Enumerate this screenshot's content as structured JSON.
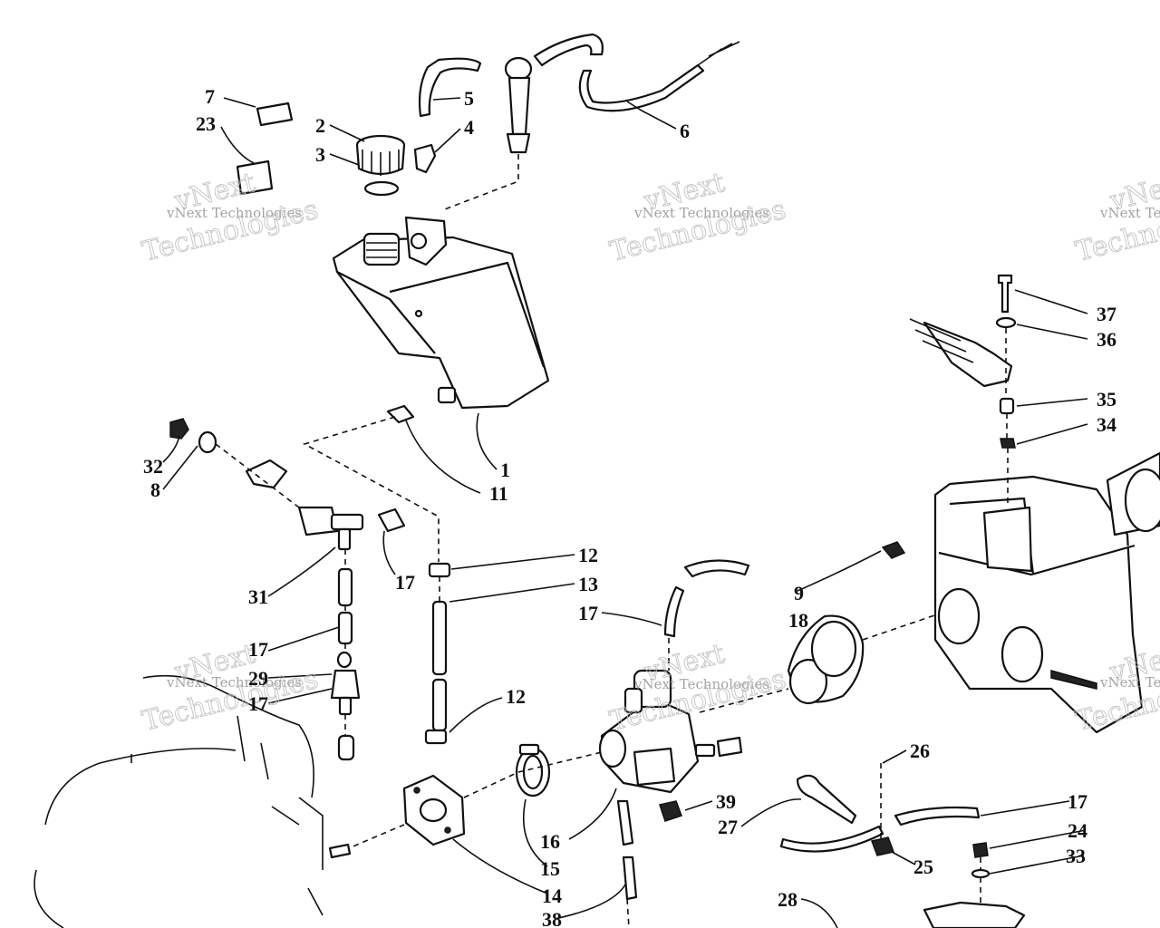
{
  "watermark": {
    "brand": "vNext",
    "line1": "vNext Technologies",
    "line2": "Technologies"
  },
  "callouts": [
    {
      "id": "c1",
      "label": "1"
    },
    {
      "id": "c2",
      "label": "2"
    },
    {
      "id": "c3",
      "label": "3"
    },
    {
      "id": "c4",
      "label": "4"
    },
    {
      "id": "c5",
      "label": "5"
    },
    {
      "id": "c6",
      "label": "6"
    },
    {
      "id": "c7",
      "label": "7"
    },
    {
      "id": "c8",
      "label": "8"
    },
    {
      "id": "c9",
      "label": "9"
    },
    {
      "id": "c11",
      "label": "11"
    },
    {
      "id": "c12a",
      "label": "12"
    },
    {
      "id": "c12b",
      "label": "12"
    },
    {
      "id": "c13",
      "label": "13"
    },
    {
      "id": "c14",
      "label": "14"
    },
    {
      "id": "c15",
      "label": "15"
    },
    {
      "id": "c16",
      "label": "16"
    },
    {
      "id": "c17a",
      "label": "17"
    },
    {
      "id": "c17b",
      "label": "17"
    },
    {
      "id": "c17c",
      "label": "17"
    },
    {
      "id": "c17d",
      "label": "17"
    },
    {
      "id": "c17e",
      "label": "17"
    },
    {
      "id": "c18",
      "label": "18"
    },
    {
      "id": "c23",
      "label": "23"
    },
    {
      "id": "c24",
      "label": "24"
    },
    {
      "id": "c25",
      "label": "25"
    },
    {
      "id": "c26",
      "label": "26"
    },
    {
      "id": "c27",
      "label": "27"
    },
    {
      "id": "c28",
      "label": "28"
    },
    {
      "id": "c29",
      "label": "29"
    },
    {
      "id": "c31",
      "label": "31"
    },
    {
      "id": "c32",
      "label": "32"
    },
    {
      "id": "c33",
      "label": "33"
    },
    {
      "id": "c34",
      "label": "34"
    },
    {
      "id": "c35",
      "label": "35"
    },
    {
      "id": "c36",
      "label": "36"
    },
    {
      "id": "c37",
      "label": "37"
    },
    {
      "id": "c38",
      "label": "38"
    },
    {
      "id": "c39",
      "label": "39"
    }
  ]
}
